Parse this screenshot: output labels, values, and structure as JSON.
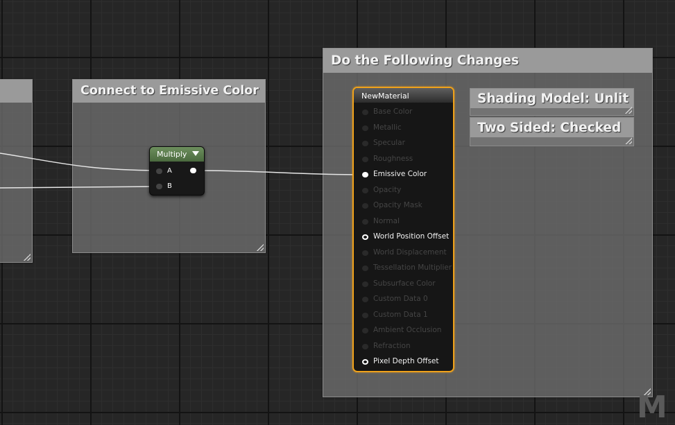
{
  "comments": {
    "left_partial": {
      "title": ""
    },
    "emissive": {
      "title": "Connect to Emissive Color"
    },
    "changes": {
      "title": "Do the Following Changes"
    },
    "shading": {
      "title": "Shading Model: Unlit"
    },
    "two_sided": {
      "title": "Two Sided: Checked"
    }
  },
  "multiply_node": {
    "title": "Multiply",
    "inputs": [
      "A",
      "B"
    ],
    "header_color": "#5b7d4d"
  },
  "material_node": {
    "title": "NewMaterial",
    "border_color": "#f0a21a",
    "inputs": [
      {
        "label": "Base Color",
        "state": "disabled"
      },
      {
        "label": "Metallic",
        "state": "disabled"
      },
      {
        "label": "Specular",
        "state": "disabled"
      },
      {
        "label": "Roughness",
        "state": "disabled"
      },
      {
        "label": "Emissive Color",
        "state": "connected"
      },
      {
        "label": "Opacity",
        "state": "disabled"
      },
      {
        "label": "Opacity Mask",
        "state": "disabled"
      },
      {
        "label": "Normal",
        "state": "disabled"
      },
      {
        "label": "World Position Offset",
        "state": "available"
      },
      {
        "label": "World Displacement",
        "state": "disabled"
      },
      {
        "label": "Tessellation Multiplier",
        "state": "disabled"
      },
      {
        "label": "Subsurface Color",
        "state": "disabled"
      },
      {
        "label": "Custom Data 0",
        "state": "disabled"
      },
      {
        "label": "Custom Data 1",
        "state": "disabled"
      },
      {
        "label": "Ambient Occlusion",
        "state": "disabled"
      },
      {
        "label": "Refraction",
        "state": "disabled"
      },
      {
        "label": "Pixel Depth Offset",
        "state": "available"
      }
    ]
  },
  "watermark": {
    "text": "M"
  },
  "icons": {
    "collapse": "chevron-down-icon",
    "resize": "resize-grip-icon"
  }
}
